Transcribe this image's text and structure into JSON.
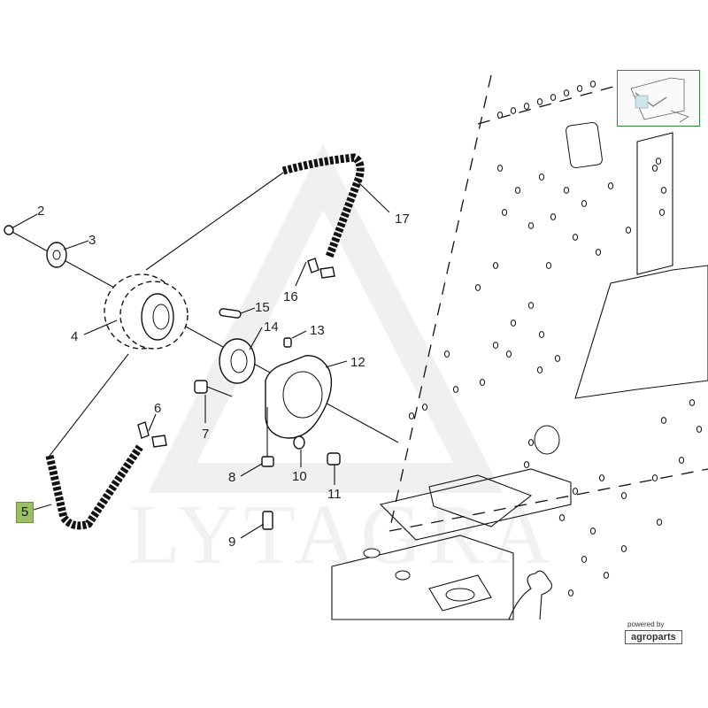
{
  "callouts": [
    {
      "id": "1",
      "label": "2"
    },
    {
      "id": "2",
      "label": "3"
    },
    {
      "id": "3",
      "label": "4"
    },
    {
      "id": "4",
      "label": "5",
      "highlighted": true
    },
    {
      "id": "5",
      "label": "6"
    },
    {
      "id": "6",
      "label": "7"
    },
    {
      "id": "7",
      "label": "8"
    },
    {
      "id": "8",
      "label": "9"
    },
    {
      "id": "9",
      "label": "10"
    },
    {
      "id": "10",
      "label": "11"
    },
    {
      "id": "11",
      "label": "12"
    },
    {
      "id": "12",
      "label": "13"
    },
    {
      "id": "13",
      "label": "14"
    },
    {
      "id": "14",
      "label": "15"
    },
    {
      "id": "15",
      "label": "16"
    },
    {
      "id": "16",
      "label": "17"
    }
  ],
  "watermark": "LYTAGRA",
  "branding": {
    "powered_by": "powered by",
    "name": "agroparts"
  },
  "colors": {
    "highlight": "#9bbf64",
    "thumbnail_border": "#2d8a3a",
    "ink": "#111111"
  }
}
